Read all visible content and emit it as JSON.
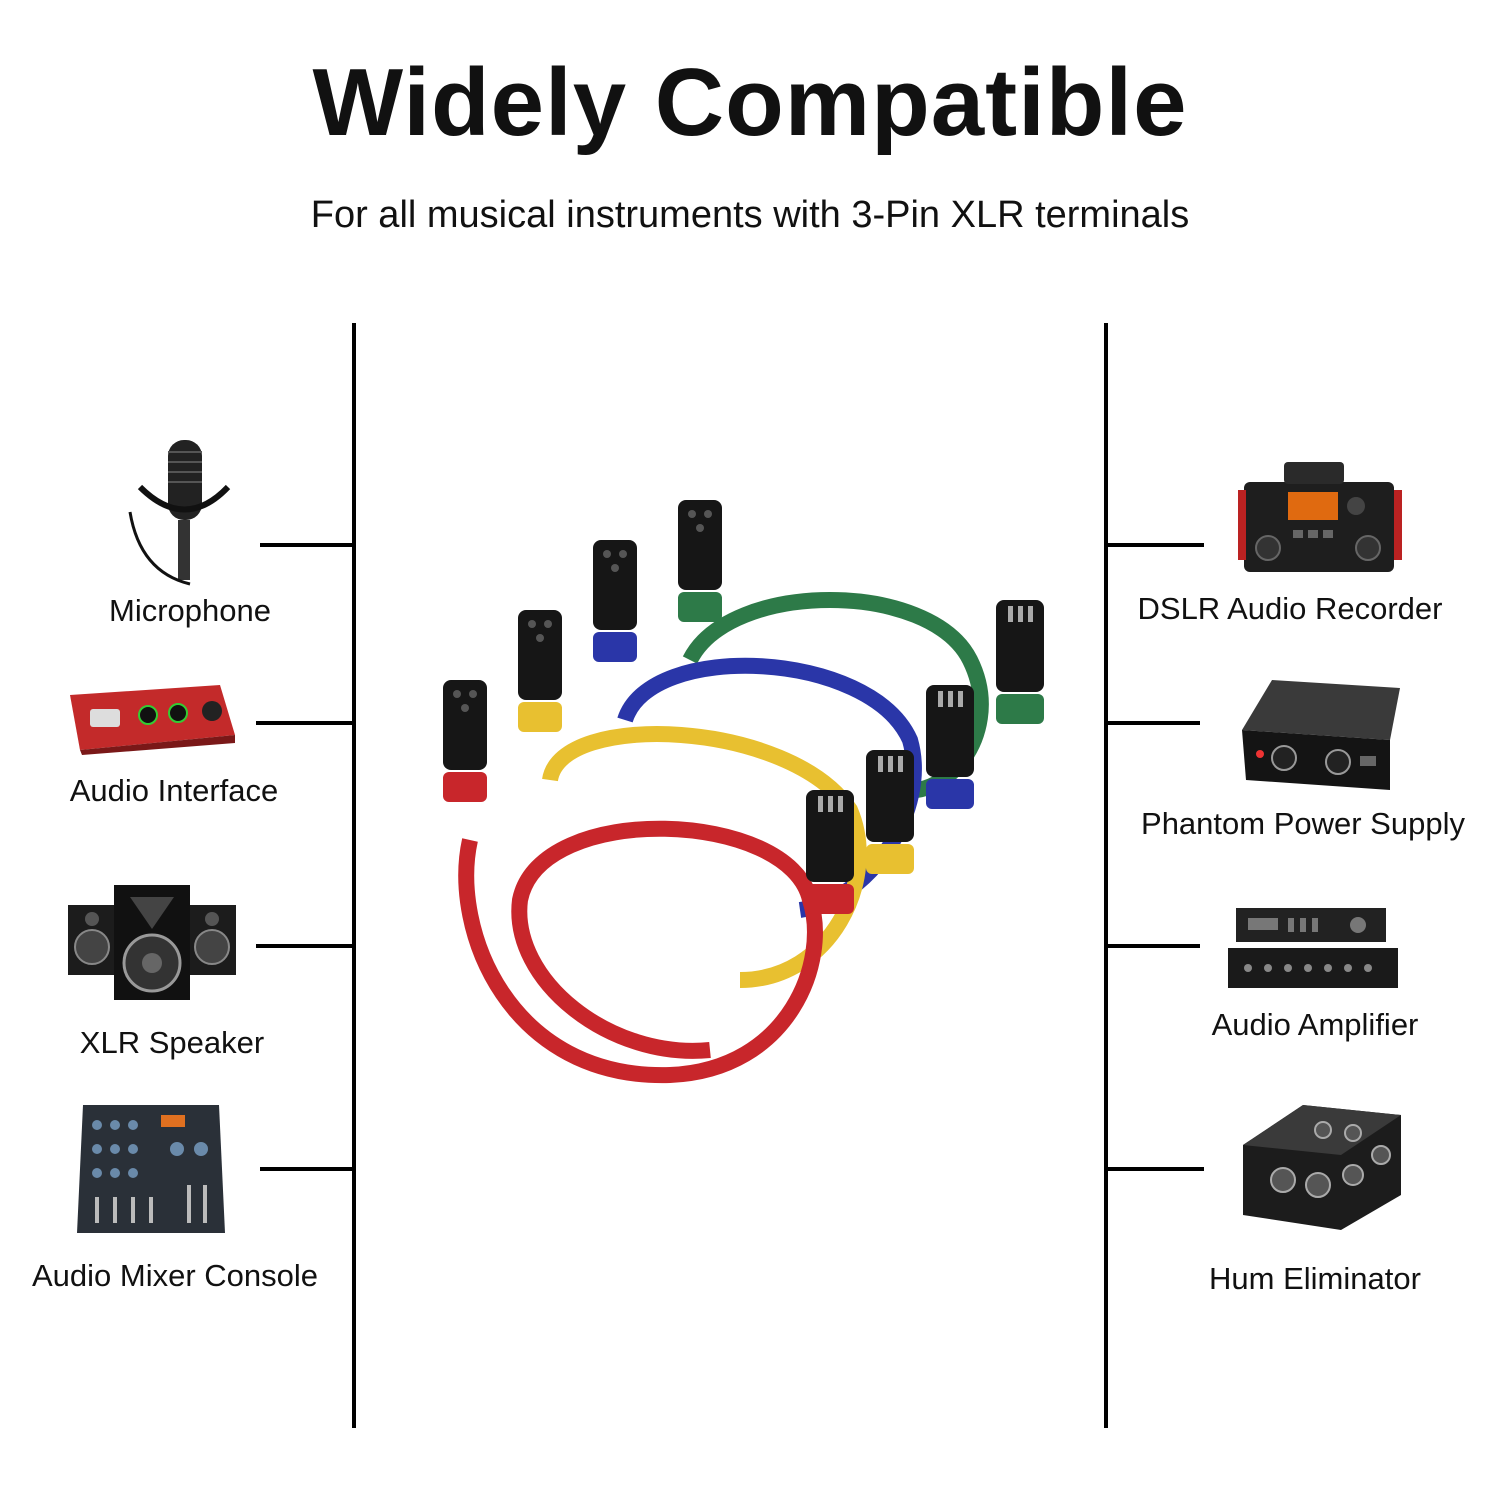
{
  "header": {
    "title": "Widely Compatible",
    "subtitle": "For all musical instruments with 3-Pin XLR terminals"
  },
  "left_devices": [
    {
      "label": "Microphone",
      "icon": "microphone-icon"
    },
    {
      "label": "Audio Interface",
      "icon": "audio-interface-icon"
    },
    {
      "label": "XLR Speaker",
      "icon": "speaker-icon"
    },
    {
      "label": "Audio Mixer Console",
      "icon": "mixer-console-icon"
    }
  ],
  "right_devices": [
    {
      "label": "DSLR Audio Recorder",
      "icon": "audio-recorder-icon"
    },
    {
      "label": "Phantom Power Supply",
      "icon": "phantom-power-icon"
    },
    {
      "label": "Audio Amplifier",
      "icon": "amplifier-icon"
    },
    {
      "label": "Hum Eliminator",
      "icon": "hum-eliminator-icon"
    }
  ],
  "cable_colors": [
    "#c8262b",
    "#e8c030",
    "#2a36a8",
    "#2d7a48"
  ]
}
